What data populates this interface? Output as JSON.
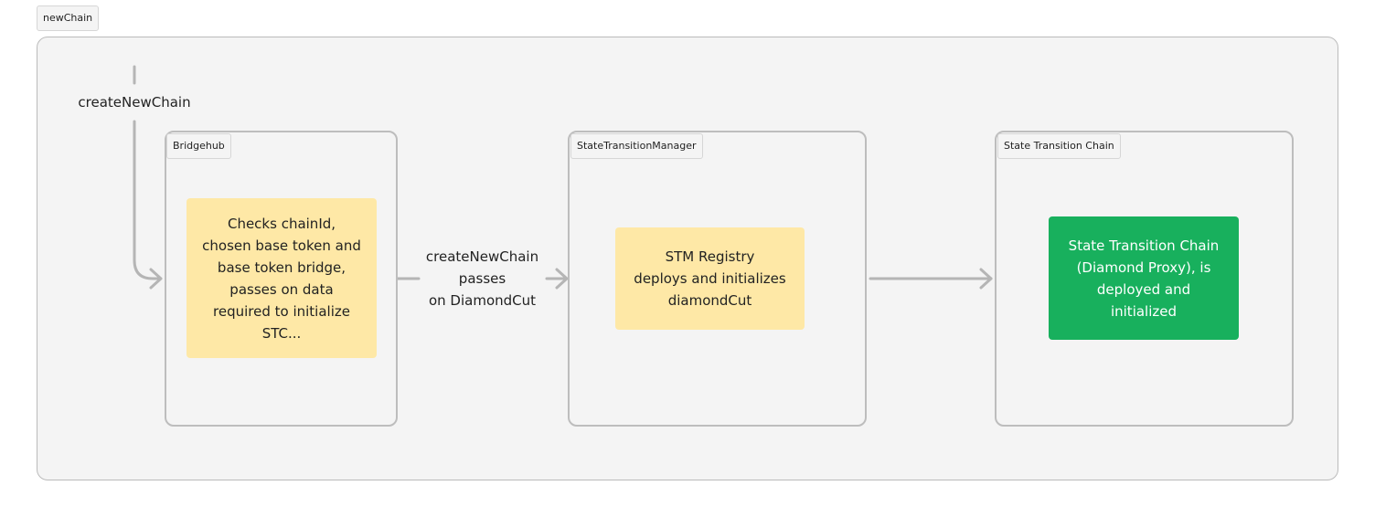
{
  "diagram": {
    "group_label": "newChain",
    "entry_edge_label": "createNewChain",
    "nodes": [
      {
        "frame_label": "Bridgehub",
        "note": "Checks chainId,\nchosen base token and\nbase token bridge,\npasses on data\nrequired to initialize\nSTC..."
      },
      {
        "frame_label": "StateTransitionManager",
        "note": "STM Registry\ndeploys and initializes\ndiamondCut"
      },
      {
        "frame_label": "State Transition Chain",
        "note": "State Transition Chain\n(Diamond Proxy), is\ndeployed and\ninitialized"
      }
    ],
    "edges": [
      {
        "label": "createNewChain\npasses\non DiamondCut"
      },
      {
        "label": ""
      }
    ],
    "colors": {
      "note_yellow": "#fee8a6",
      "note_green": "#18b05d",
      "edge": "#b5b5b5",
      "frame_bg": "#f4f4f4"
    }
  }
}
